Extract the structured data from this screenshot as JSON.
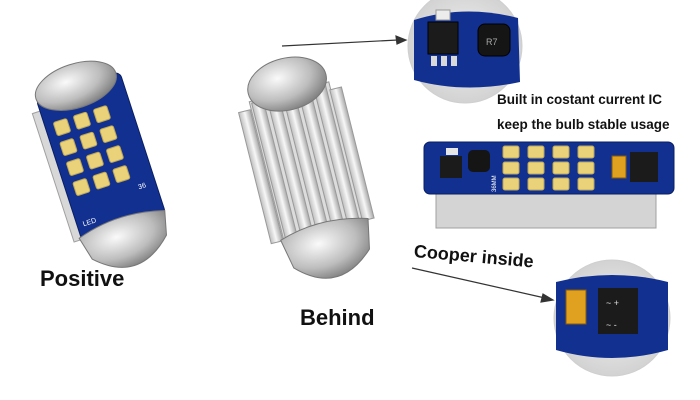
{
  "labels": {
    "positive": "Positive",
    "behind": "Behind",
    "cooper": "Cooper inside",
    "ic_line1": "Built in costant current IC",
    "ic_line2": "keep the bulb stable usage"
  },
  "pcb_marks": {
    "led_text": "LED",
    "size_text": "36MM",
    "size_text_front": "36",
    "inductor_code": "R7"
  },
  "colors": {
    "pcb_blue": "#12308f",
    "chrome": "#c8c8c8",
    "led_yellow": "#e9d27a",
    "ic_black": "#1b1b1b",
    "tantalum": "#e0a020"
  }
}
